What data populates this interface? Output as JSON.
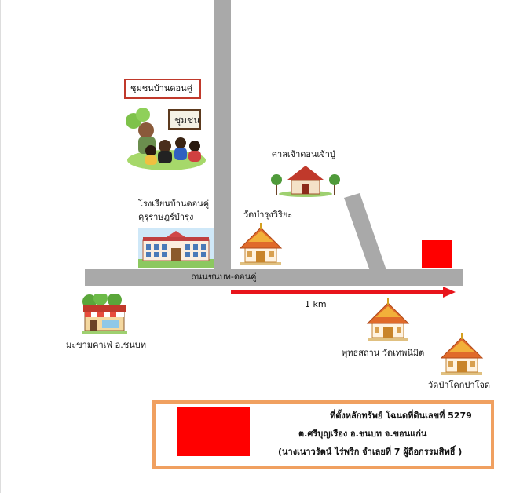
{
  "map": {
    "community_label": "ชุมชนบ้านดอนคู่",
    "community_sign_text": "ชุมชน",
    "school_label_line1": "โรงเรียนบ้านดอนคู่",
    "school_label_line2": "คุรุราษฎร์บำรุง",
    "shrine_label": "ศาลเจ้าดอนเจ้าปู่",
    "temple1_label": "วัดบำรุงวิริยะ",
    "road_label": "ถนนชนบท-ดอนคู่",
    "distance_label": "1 km",
    "cafe_label": "มะขามคาเฟ่ อ.ชนบท",
    "temple2_label": "พุทธสถาน วัดเทพนิมิต",
    "temple3_label": "วัดป่าโคกปาโจด",
    "colors": {
      "road": "#a9a9a9",
      "target_marker": "#ff0000",
      "arrow": "#e8141b",
      "legend_border": "#f0a060"
    }
  },
  "legend": {
    "line1": "ที่ตั้งหลักทรัพย์ โฉนดที่ดินเลขที่ 5279",
    "line2": "ต.ศรีบุญเรือง อ.ชนบท จ.ขอนแก่น",
    "line3": "(นางเนาวรัตน์ ไร่พริก จำเลยที่ 7 ผู้ถือกรรมสิทธิ์ )"
  }
}
